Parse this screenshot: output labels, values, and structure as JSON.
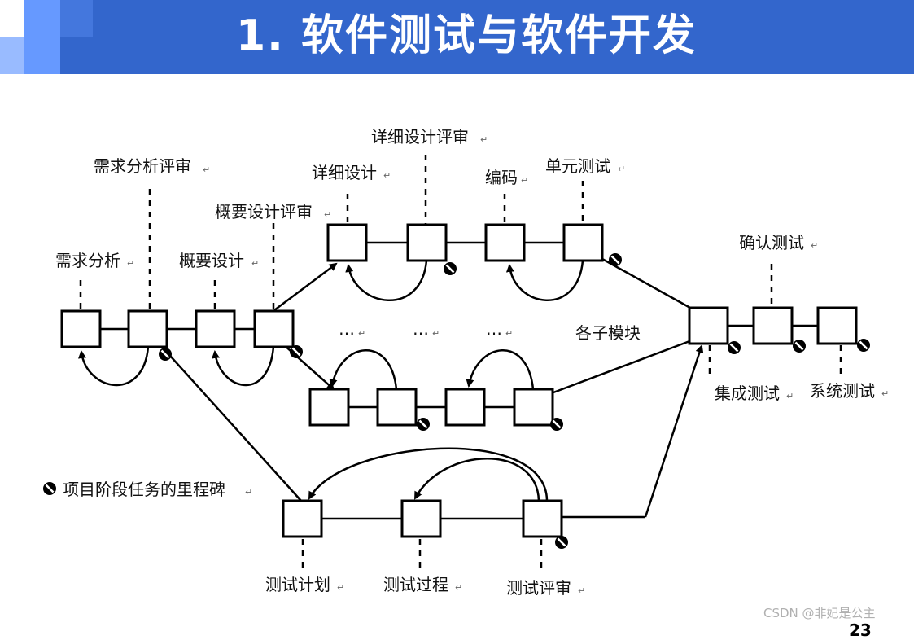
{
  "header": {
    "title": "1.  软件测试与软件开发",
    "bar_color": "#3366cc",
    "deco_colors": [
      "#6699ff",
      "#99bbff",
      "#4477dd"
    ]
  },
  "diagram": {
    "labels": {
      "req_analysis": "需求分析",
      "req_review": "需求分析评审",
      "outline_design": "概要设计",
      "outline_review": "概要设计评审",
      "detail_design": "详细设计",
      "detail_review": "详细设计评审",
      "coding": "编码",
      "unit_test": "单元测试",
      "ellipsis_1": "…",
      "ellipsis_2": "…",
      "ellipsis_3": "…",
      "modules": "各子模块",
      "acceptance_test": "确认测试",
      "integration_test": "集成测试",
      "system_test": "系统测试",
      "test_plan": "测试计划",
      "test_process": "测试过程",
      "test_review": "测试评审",
      "legend": "项目阶段任务的里程碑"
    },
    "return_mark": "↵"
  },
  "footer": {
    "watermark": "CSDN @非妃是公主",
    "page_number": "23"
  }
}
